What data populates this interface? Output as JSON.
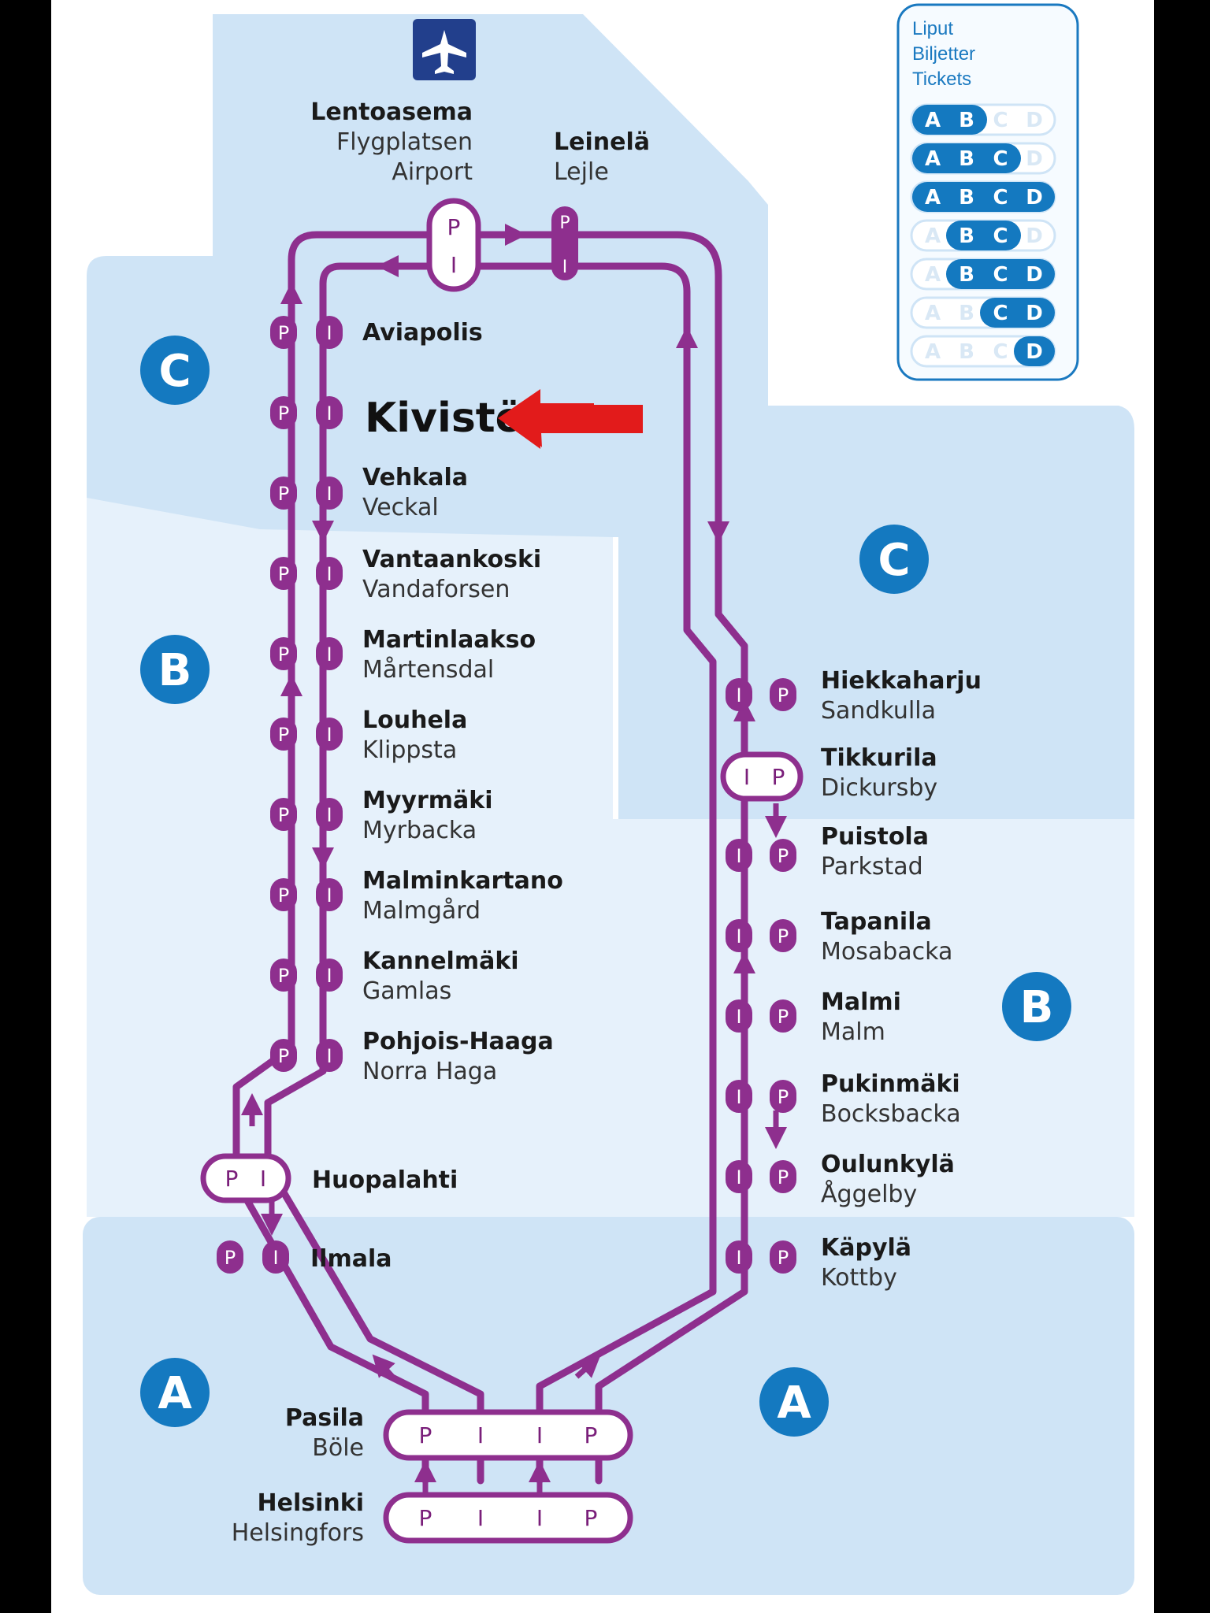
{
  "airport_icon": "airplane-icon",
  "legend": {
    "title_lines": [
      "Liput",
      "Biljetter",
      "Tickets"
    ],
    "rows": [
      [
        "A",
        "B"
      ],
      [
        "A",
        "B",
        "C"
      ],
      [
        "A",
        "B",
        "C",
        "D"
      ],
      [
        "B",
        "C"
      ],
      [
        "B",
        "C",
        "D"
      ],
      [
        "C",
        "D"
      ],
      [
        "D"
      ]
    ],
    "all_letters": [
      "A",
      "B",
      "C",
      "D"
    ]
  },
  "zones": {
    "c_left": "C",
    "c_right": "C",
    "b_left": "B",
    "b_right": "B",
    "a_left": "A",
    "a_right": "A"
  },
  "stations": {
    "lentoasema": {
      "fi": "Lentoasema",
      "sv": "Flygplatsen",
      "en": "Airport"
    },
    "leinela": {
      "fi": "Leinelä",
      "sv": "Lejle"
    },
    "aviapolis": {
      "fi": "Aviapolis"
    },
    "kivisto": {
      "fi": "Kivistö"
    },
    "vehkala": {
      "fi": "Vehkala",
      "sv": "Veckal"
    },
    "vantaankoski": {
      "fi": "Vantaankoski",
      "sv": "Vandaforsen"
    },
    "martinlaakso": {
      "fi": "Martinlaakso",
      "sv": "Mårtensdal"
    },
    "louhela": {
      "fi": "Louhela",
      "sv": "Klippsta"
    },
    "myyrmaki": {
      "fi": "Myyrmäki",
      "sv": "Myrbacka"
    },
    "malminkartano": {
      "fi": "Malminkartano",
      "sv": "Malmgård"
    },
    "kannelmaki": {
      "fi": "Kannelmäki",
      "sv": "Gamlas"
    },
    "pohjois_haaga": {
      "fi": "Pohjois-Haaga",
      "sv": "Norra Haga"
    },
    "huopalahti": {
      "fi": "Huopalahti"
    },
    "ilmala": {
      "fi": "Ilmala"
    },
    "hiekkaharju": {
      "fi": "Hiekkaharju",
      "sv": "Sandkulla"
    },
    "tikkurila": {
      "fi": "Tikkurila",
      "sv": "Dickursby"
    },
    "puistola": {
      "fi": "Puistola",
      "sv": "Parkstad"
    },
    "tapanila": {
      "fi": "Tapanila",
      "sv": "Mosabacka"
    },
    "malmi": {
      "fi": "Malmi",
      "sv": "Malm"
    },
    "pukinmaki": {
      "fi": "Pukinmäki",
      "sv": "Bocksbacka"
    },
    "oulunkyla": {
      "fi": "Oulunkylä",
      "sv": "Åggelby"
    },
    "kapyla": {
      "fi": "Käpylä",
      "sv": "Kottby"
    },
    "pasila": {
      "fi": "Pasila",
      "sv": "Böle"
    },
    "helsinki": {
      "fi": "Helsinki",
      "sv": "Helsingfors"
    }
  },
  "platform_labels": {
    "p": "P",
    "i": "I"
  },
  "colors": {
    "line": "#8e2f8e",
    "zone_dark": "#cfe4f6",
    "zone_light": "#e6f1fb",
    "zone_badge": "#1479c0",
    "arrow_highlight": "#e21b1b"
  }
}
